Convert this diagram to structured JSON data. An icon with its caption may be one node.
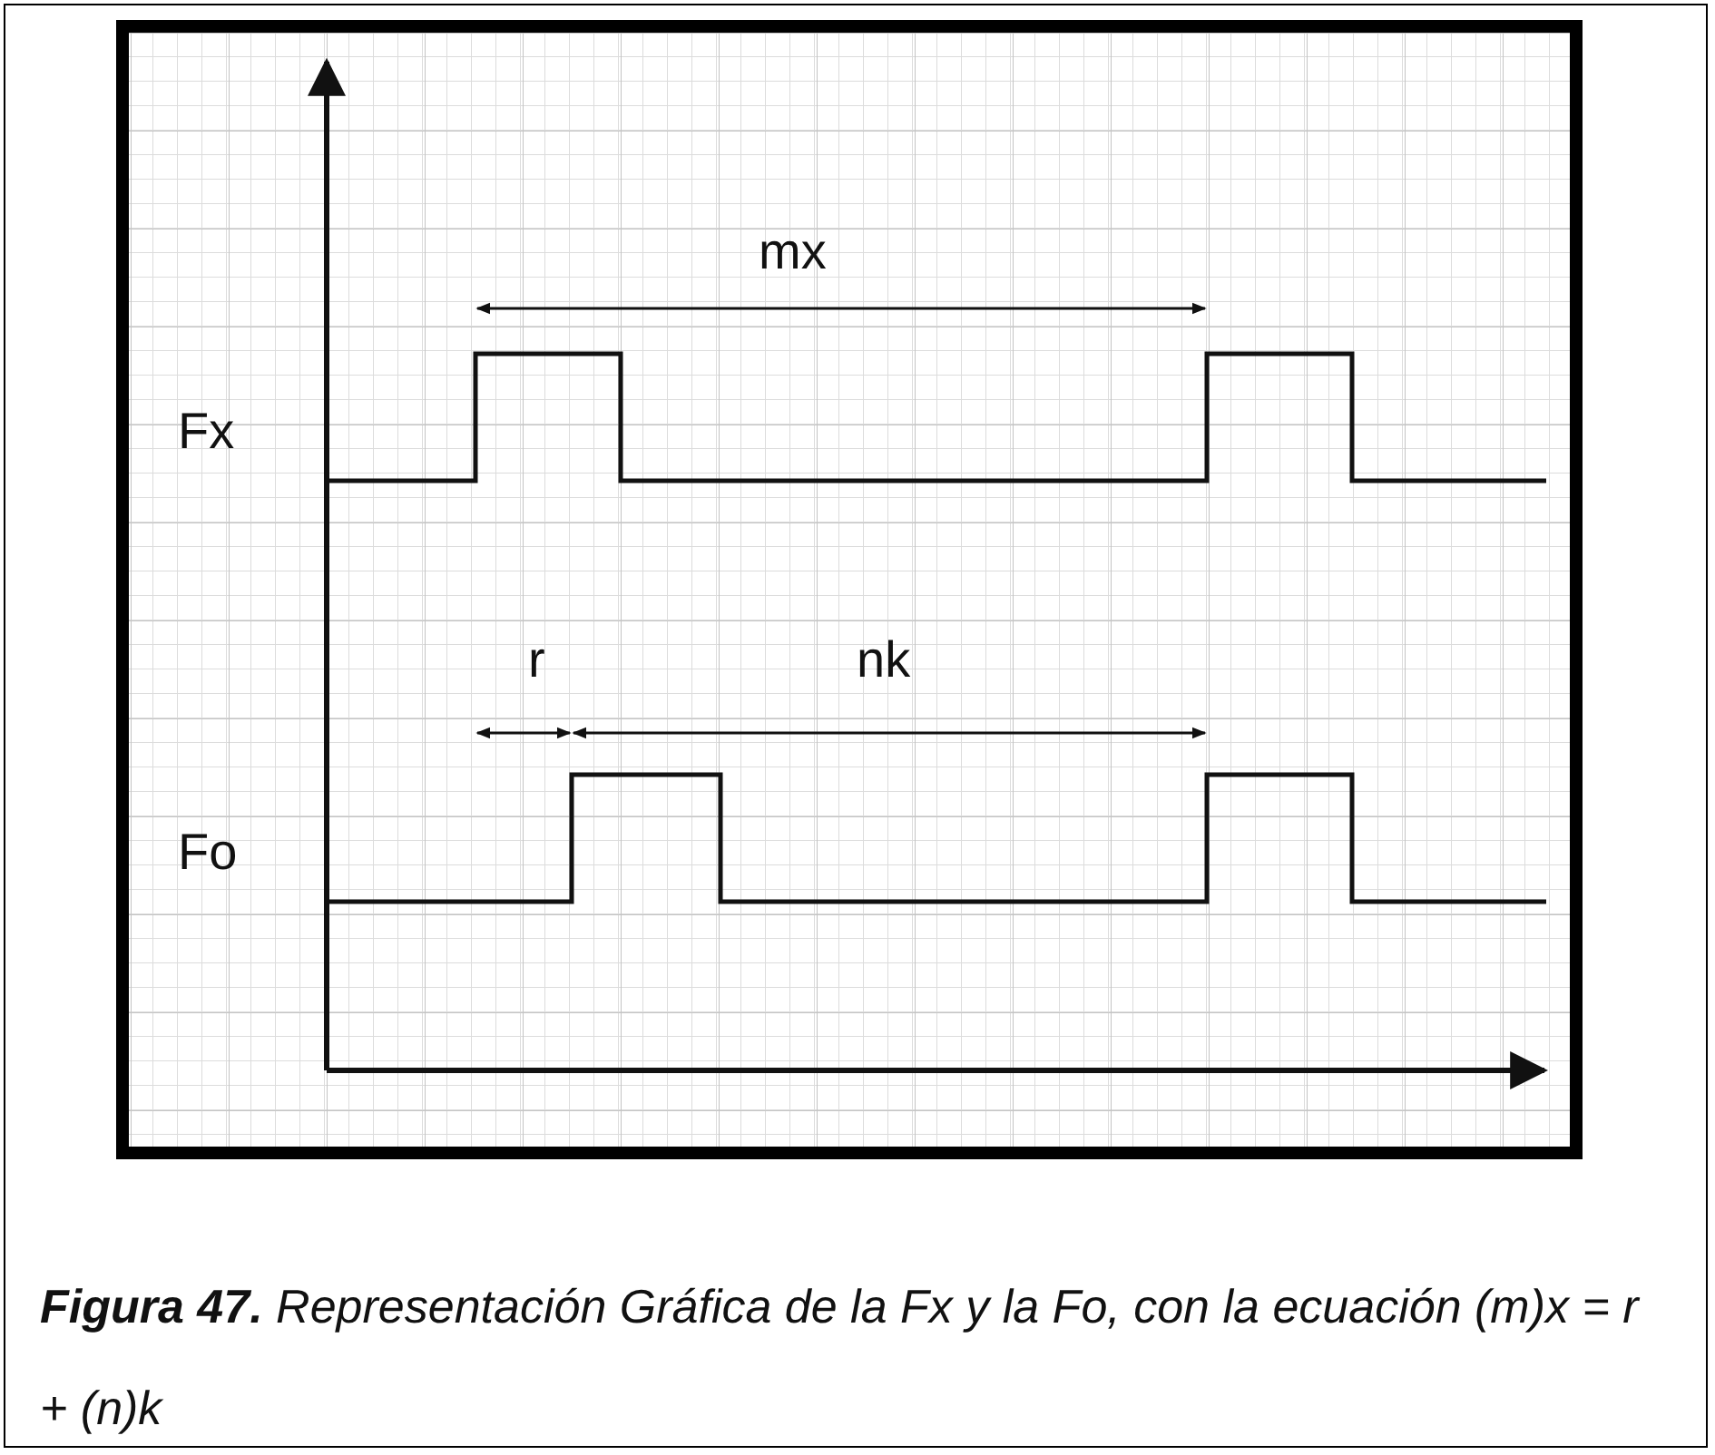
{
  "diagram": {
    "caption": "**Figura 47.** Representación Gráfica de la Fx y la Fo, con la ecuación (m)x = r + (n)k",
    "labels": [
      "mx",
      "Fx",
      "r",
      "nk",
      "Fo"
    ]
  }
}
